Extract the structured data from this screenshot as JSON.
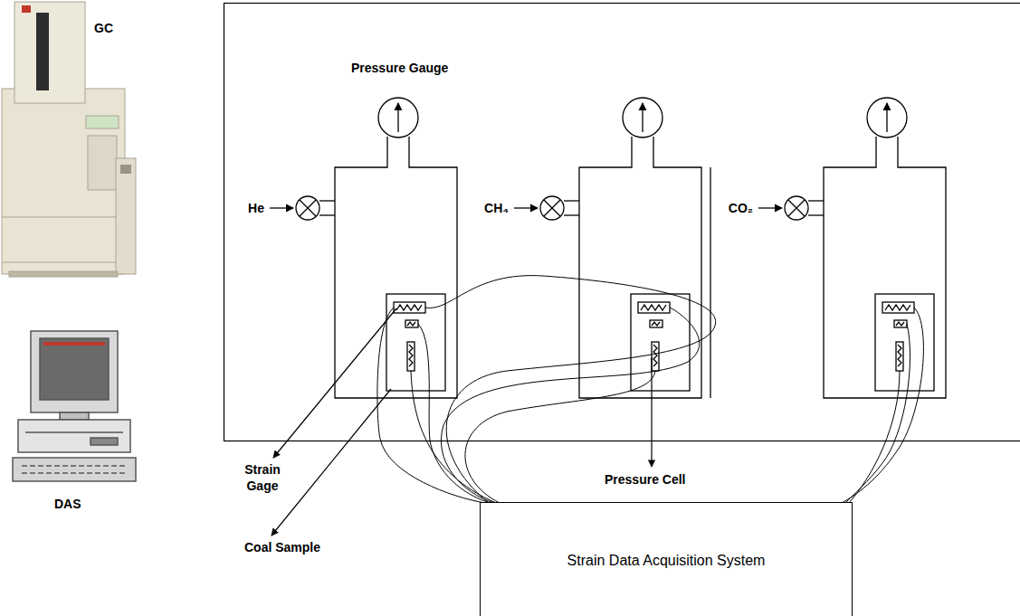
{
  "diagram": {
    "nodes": [
      {
        "text": [
          "Strain Data Acquisition System"
        ]
      }
    ],
    "labels": [
      "GC",
      "DAS",
      "Pressure Gauge",
      "He",
      "CH₄",
      "CO₂",
      "Strain Gage",
      "Coal Sample",
      "Pressure Cell"
    ]
  }
}
